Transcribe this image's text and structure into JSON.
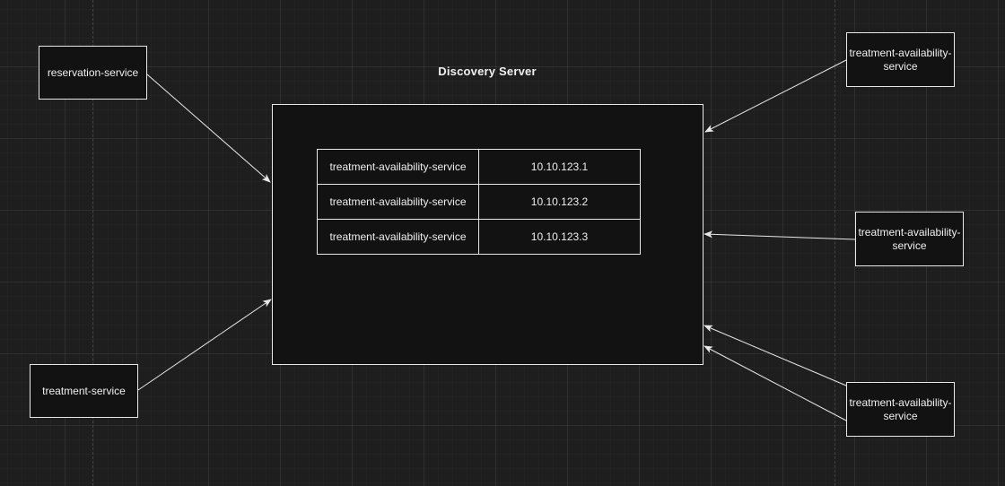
{
  "colors": {
    "canvas": "#1e1e1e",
    "shape_fill": "#121212",
    "stroke": "#e8e8e8",
    "text": "#f0f0f0"
  },
  "discovery_server": {
    "title": "Discovery Server",
    "registry": [
      {
        "service": "treatment-availability-service",
        "ip": "10.10.123.1"
      },
      {
        "service": "treatment-availability-service",
        "ip": "10.10.123.2"
      },
      {
        "service": "treatment-availability-service",
        "ip": "10.10.123.3"
      }
    ]
  },
  "clients": {
    "reservation": {
      "label": "reservation-service"
    },
    "treatment": {
      "label": "treatment-service"
    }
  },
  "instances": [
    {
      "line1": "treatment-availability-",
      "line2": "service"
    },
    {
      "line1": "treatment-availability-",
      "line2": "service"
    },
    {
      "line1": "treatment-availability-",
      "line2": "service"
    }
  ],
  "connections": [
    {
      "from": "reservation-service",
      "to": "Discovery Server"
    },
    {
      "from": "treatment-service",
      "to": "Discovery Server"
    },
    {
      "from": "treatment-availability-service (top)",
      "to": "Discovery Server"
    },
    {
      "from": "treatment-availability-service (middle)",
      "to": "Discovery Server"
    },
    {
      "from": "treatment-availability-service (bottom)",
      "to": "Discovery Server"
    },
    {
      "from": "treatment-availability-service (bottom)",
      "to": "Discovery Server"
    }
  ]
}
